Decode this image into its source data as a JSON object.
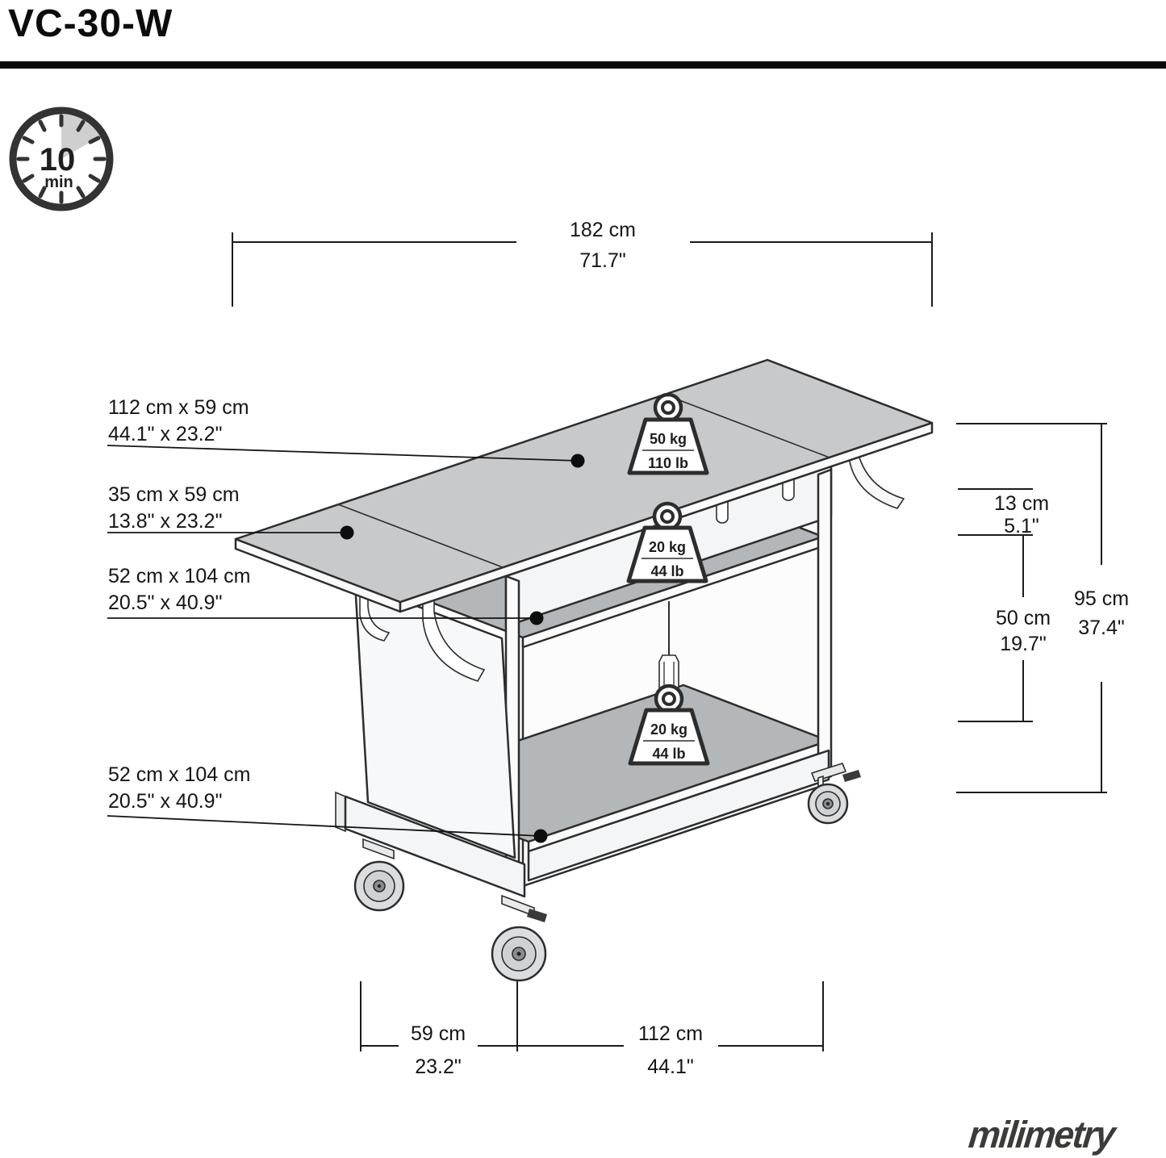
{
  "header": {
    "model": "VC-30-W"
  },
  "assembly_time": {
    "minutes": "10",
    "unit": "min"
  },
  "annotations": {
    "overall_width": {
      "cm": "182 cm",
      "inches": "71.7\""
    },
    "surface_labels": [
      {
        "cm": "112 cm x 59 cm",
        "inches": "44.1\" x 23.2\""
      },
      {
        "cm": "35 cm x 59 cm",
        "inches": "13.8\" x 23.2\""
      },
      {
        "cm": "52 cm x 104 cm",
        "inches": "20.5\" x 40.9\""
      },
      {
        "cm": "52 cm x 104 cm",
        "inches": "20.5\" x 40.9\""
      }
    ],
    "right_heights": {
      "apron": {
        "cm": "13 cm",
        "inches": "5.1\""
      },
      "shelf_gap": {
        "cm": "50 cm",
        "inches": "19.7\""
      },
      "total_height": {
        "cm": "95 cm",
        "inches": "37.4\""
      }
    },
    "bottom_widths": {
      "leaf": {
        "cm": "59 cm",
        "inches": "23.2\""
      },
      "cabinet": {
        "cm": "112 cm",
        "inches": "44.1\""
      }
    },
    "load_capacities": [
      {
        "metric": "50 kg",
        "imperial": "110 lb"
      },
      {
        "metric": "20 kg",
        "imperial": "44 lb"
      },
      {
        "metric": "20 kg",
        "imperial": "44 lb"
      }
    ]
  },
  "brand": {
    "logo": "milimetry"
  },
  "colors": {
    "outline": "#2d2d2d",
    "tabletop_gray": "#c7c9cb",
    "shelf_gray": "#b4b7b9",
    "panel_white": "#f6f7f8",
    "clock_wedge": "#cfcfcf"
  }
}
